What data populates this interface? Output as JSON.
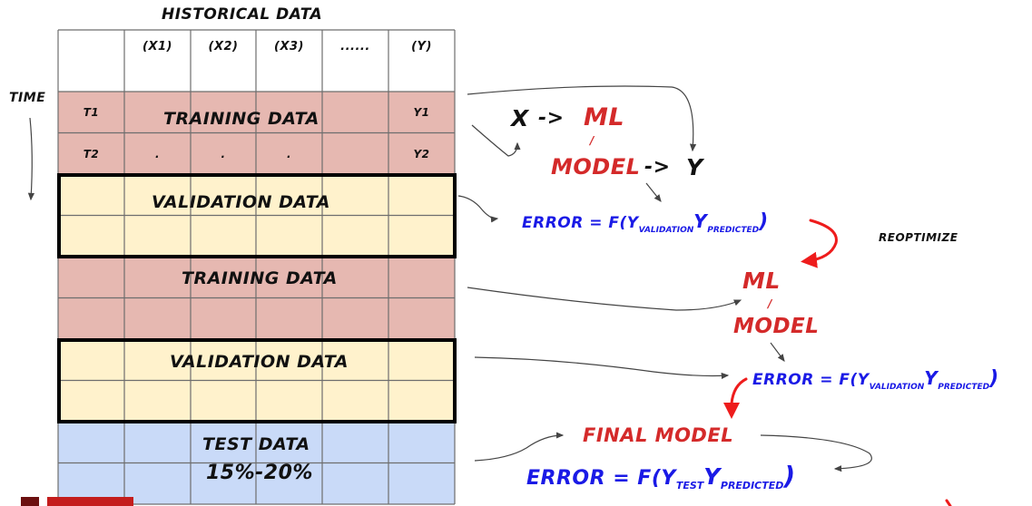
{
  "title": "HISTORICAL DATA",
  "axis_label": "TIME",
  "colors": {
    "training": "#e6b8b1",
    "validation": "#fff2cc",
    "test": "#c9daf8",
    "header": "#ffffff",
    "grid_line": "#6e6e6e",
    "ml_model": "#d42a2a",
    "error_formula": "#1a1ae6",
    "reoptimize_arrow": "#ee1c1c"
  },
  "table": {
    "header": [
      "",
      "(X1)",
      "(X2)",
      "(X3)",
      "......",
      "(Y)"
    ],
    "row_cells": [
      [
        "T1",
        "",
        "",
        "",
        "",
        "Y1"
      ],
      [
        "T2",
        ".",
        ".",
        ".",
        "",
        "Y2"
      ]
    ],
    "blocks": [
      {
        "type": "training",
        "label": "TRAINING DATA",
        "rows": 2
      },
      {
        "type": "validation",
        "label": "VALIDATION DATA",
        "rows": 2
      },
      {
        "type": "training",
        "label": "TRAINING DATA",
        "rows": 2
      },
      {
        "type": "validation",
        "label": "VALIDATION DATA",
        "rows": 2
      },
      {
        "type": "test",
        "label": "TEST DATA",
        "sublabel": "15%-20%",
        "rows": 2
      }
    ]
  },
  "flow": {
    "step1": {
      "x": "X",
      "arrow": "->",
      "ml": "ML",
      "slash": "/",
      "model": "MODEL",
      "arrow2": "->",
      "y": "Y"
    },
    "error1": {
      "prefix": "ERROR = F(Y",
      "sub1": "VALIDATION",
      "mid": "Y",
      "sub2": "PREDICTED",
      "suffix": ")"
    },
    "reoptimize": "REOPTIMIZE",
    "step2": {
      "ml": "ML",
      "slash": "/",
      "model": "MODEL"
    },
    "error2": {
      "prefix": "ERROR = F(Y",
      "sub1": "VALIDATION",
      "mid": "Y",
      "sub2": "PREDICTED",
      "suffix": ")"
    },
    "final_model": "FINAL MODEL",
    "error3": {
      "prefix": "ERROR = F(Y",
      "sub1": "TEST",
      "mid": "Y",
      "sub2": "PREDICTED",
      "suffix": ")"
    }
  }
}
